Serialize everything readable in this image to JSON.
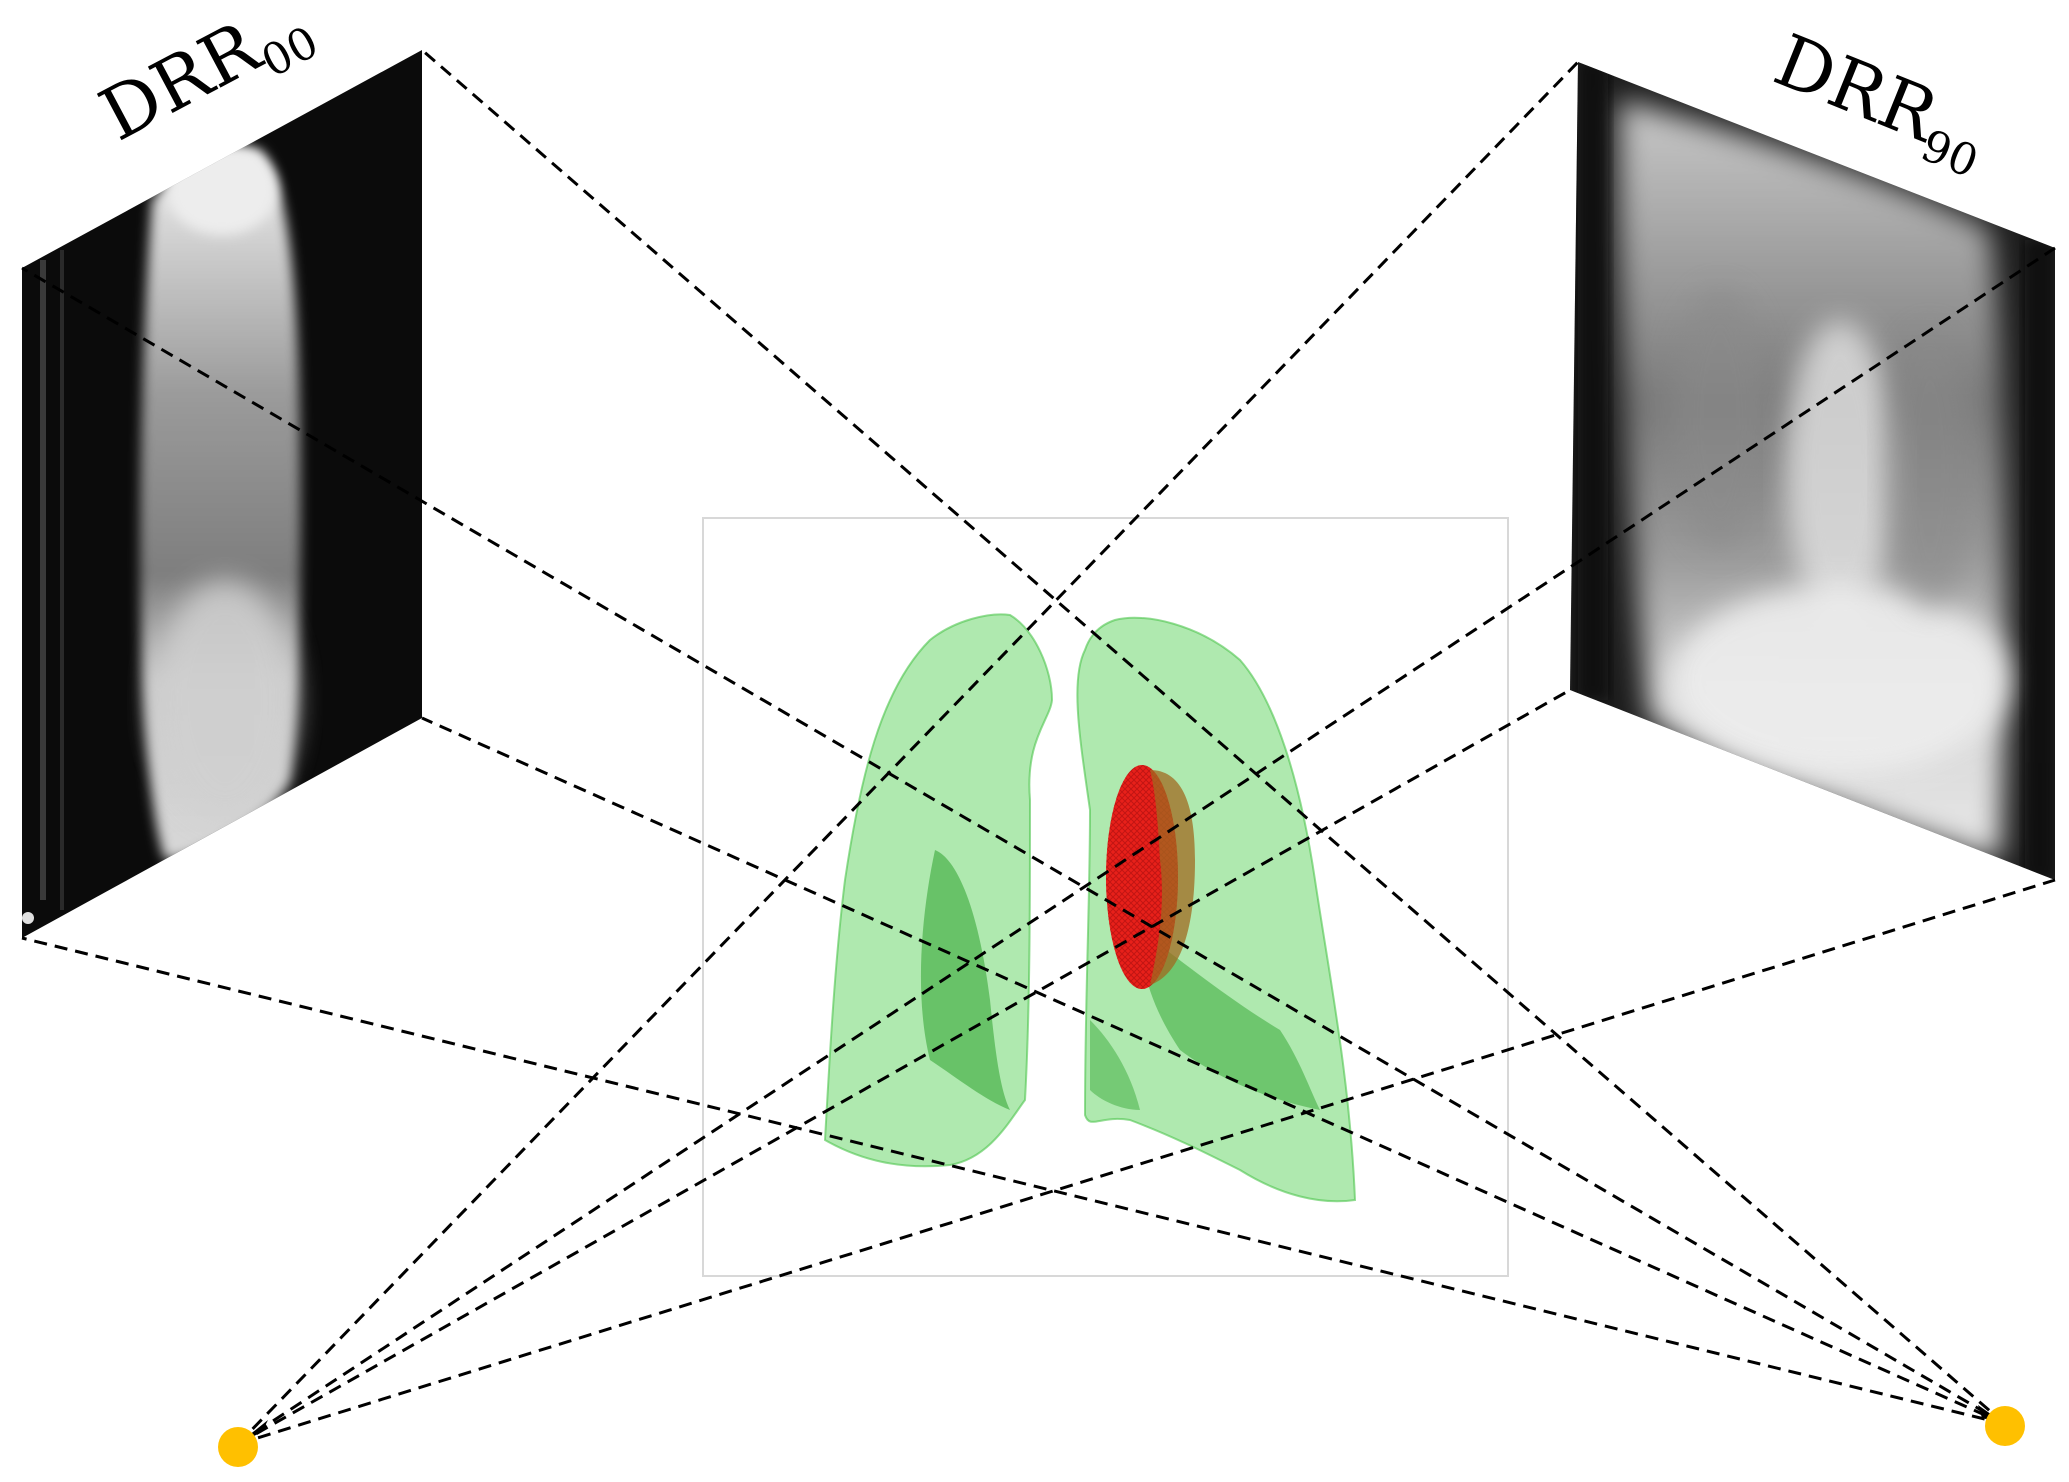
{
  "labels": {
    "left_projection": "DRR",
    "left_subscript": "00",
    "right_projection": "DRR",
    "right_subscript": "90"
  },
  "colors": {
    "source_point": "#FFC000",
    "lung": "#5FD35F",
    "tumor": "#E8201A",
    "ray_line": "#000000",
    "volume_box": "#D8D8D8"
  },
  "icons": {
    "left_source": "source-point-icon",
    "right_source": "source-point-icon"
  }
}
